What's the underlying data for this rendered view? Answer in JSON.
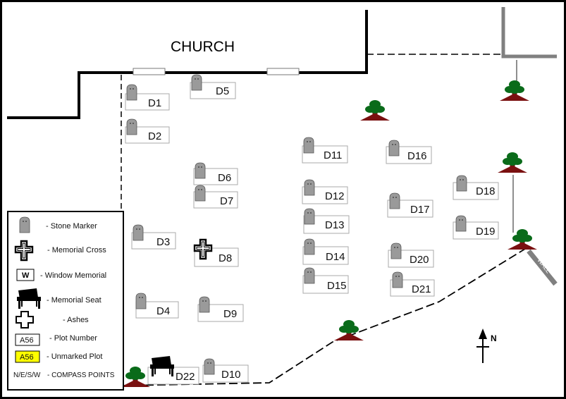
{
  "church_label": "CHURCH",
  "wall_label": "WALL",
  "compass": {
    "north_label": "N"
  },
  "plots": [
    {
      "id": "D1",
      "label": "D1",
      "marker": "stone-marker"
    },
    {
      "id": "D2",
      "label": "D2",
      "marker": "stone-marker"
    },
    {
      "id": "D3",
      "label": "D3",
      "marker": "stone-marker"
    },
    {
      "id": "D4",
      "label": "D4",
      "marker": "stone-marker"
    },
    {
      "id": "D5",
      "label": "D5",
      "marker": "stone-marker"
    },
    {
      "id": "D6",
      "label": "D6",
      "marker": "stone-marker"
    },
    {
      "id": "D7",
      "label": "D7",
      "marker": "stone-marker"
    },
    {
      "id": "D8",
      "label": "D8",
      "marker": "memorial-cross"
    },
    {
      "id": "D9",
      "label": "D9",
      "marker": "stone-marker"
    },
    {
      "id": "D10",
      "label": "D10",
      "marker": "stone-marker"
    },
    {
      "id": "D11",
      "label": "D11",
      "marker": "stone-marker"
    },
    {
      "id": "D12",
      "label": "D12",
      "marker": "stone-marker"
    },
    {
      "id": "D13",
      "label": "D13",
      "marker": "stone-marker"
    },
    {
      "id": "D14",
      "label": "D14",
      "marker": "stone-marker"
    },
    {
      "id": "D15",
      "label": "D15",
      "marker": "stone-marker"
    },
    {
      "id": "D16",
      "label": "D16",
      "marker": "stone-marker"
    },
    {
      "id": "D17",
      "label": "D17",
      "marker": "stone-marker"
    },
    {
      "id": "D18",
      "label": "D18",
      "marker": "stone-marker"
    },
    {
      "id": "D19",
      "label": "D19",
      "marker": "stone-marker"
    },
    {
      "id": "D20",
      "label": "D20",
      "marker": "stone-marker"
    },
    {
      "id": "D21",
      "label": "D21",
      "marker": "stone-marker"
    },
    {
      "id": "D22",
      "label": "D22",
      "marker": "memorial-seat"
    }
  ],
  "legend": {
    "items": [
      {
        "symbol": "stone-marker-icon",
        "label": "- Stone Marker"
      },
      {
        "symbol": "memorial-cross-icon",
        "label": "- Memorial Cross"
      },
      {
        "symbol": "window-memorial-icon",
        "symbol_text": "W",
        "label": "- Window Memorial"
      },
      {
        "symbol": "memorial-seat-icon",
        "label": "- Memorial Seat"
      },
      {
        "symbol": "ashes-icon",
        "label": "- Ashes"
      },
      {
        "symbol": "plot-number-icon",
        "symbol_text": "A56",
        "label": "- Plot Number"
      },
      {
        "symbol": "unmarked-plot-icon",
        "symbol_text": "A56",
        "label": "- Unmarked Plot",
        "color": "#ffff00"
      },
      {
        "symbol": "compass-text",
        "symbol_text": "N/E/S/W",
        "label": "- COMPASS POINTS"
      }
    ]
  },
  "colors": {
    "tree_foliage": "#0a6b1a",
    "tree_trunk": "#7a1010",
    "wall_grey": "#808080",
    "stone_fill": "#9a9a9a",
    "unmarked_yellow": "#ffff00"
  }
}
